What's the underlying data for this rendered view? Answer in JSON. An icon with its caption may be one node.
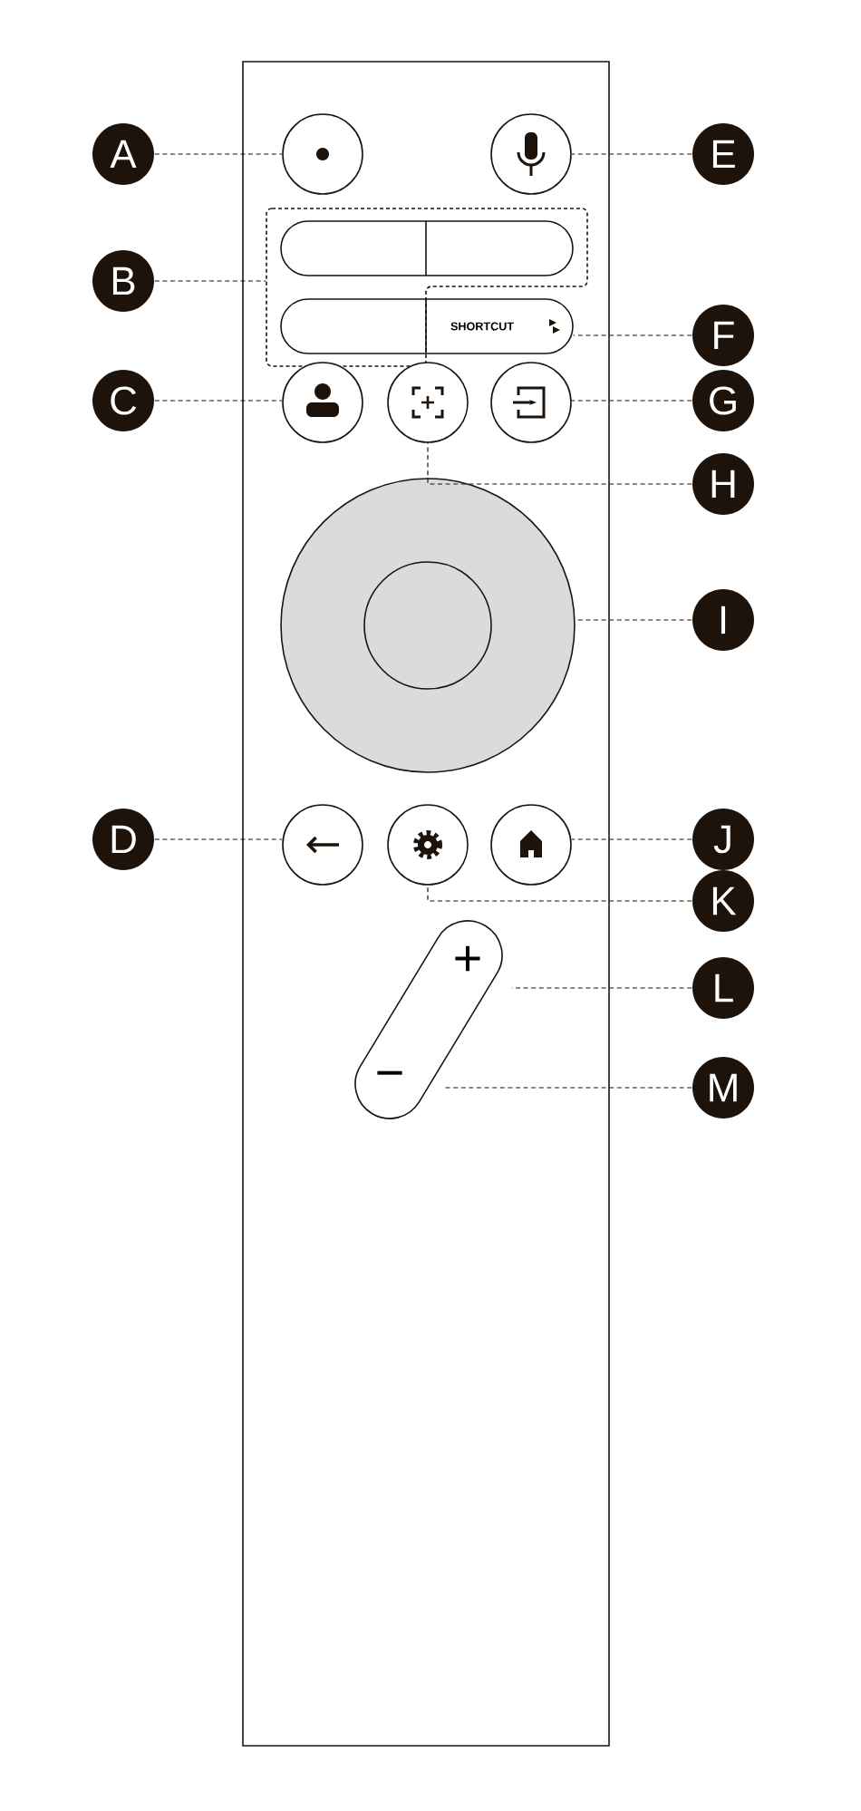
{
  "diagram": {
    "nodes": [
      {
        "text": [
          "A"
        ]
      },
      {
        "text": [
          "B"
        ]
      },
      {
        "text": [
          "C"
        ]
      },
      {
        "text": [
          "D"
        ]
      },
      {
        "text": [
          "E"
        ]
      },
      {
        "text": [
          "F"
        ]
      },
      {
        "text": [
          "G"
        ]
      },
      {
        "text": [
          "H"
        ]
      },
      {
        "text": [
          "I"
        ]
      },
      {
        "text": [
          "J"
        ]
      },
      {
        "text": [
          "K"
        ]
      },
      {
        "text": [
          "L"
        ]
      },
      {
        "text": [
          "M"
        ]
      },
      {
        "text": [],
        "shape": "circle"
      },
      {
        "text": [],
        "shape": "box"
      },
      {
        "text": [],
        "shape": "circle"
      },
      {
        "text": [],
        "shape": "circle"
      },
      {
        "text": [],
        "shape": "circle"
      },
      {
        "text": [
          "SHORTCUT"
        ]
      },
      {
        "text": [],
        "shape": "circle"
      },
      {
        "text": [],
        "shape": "circle"
      },
      {
        "text": [],
        "shape": "circle"
      },
      {
        "text": [],
        "shape": "circle"
      },
      {
        "text": [],
        "shape": "circle"
      },
      {
        "text": [],
        "shape": "bar"
      },
      {
        "text": [
          "+"
        ],
        "in": 24
      },
      {
        "text": [
          "−"
        ],
        "in": 24
      }
    ],
    "edges": [
      {
        "from": 0,
        "to": 13,
        "arrow": "none",
        "style": "dashed"
      },
      {
        "from": 1,
        "to": 14,
        "arrow": "none",
        "style": "dashed"
      },
      {
        "from": 2,
        "to": 15,
        "arrow": "none",
        "style": "dashed"
      },
      {
        "from": 3,
        "to": 16,
        "arrow": "none",
        "style": "dashed"
      },
      {
        "from": 4,
        "to": 17,
        "arrow": "none",
        "style": "dashed"
      },
      {
        "from": 5,
        "to": 18,
        "arrow": "none",
        "style": "dashed"
      },
      {
        "from": 6,
        "to": 19,
        "arrow": "none",
        "style": "dashed"
      },
      {
        "from": 7,
        "to": 20,
        "arrow": "none",
        "style": "dashed"
      },
      {
        "from": 8,
        "to": 21,
        "arrow": "none",
        "style": "dashed"
      },
      {
        "from": 9,
        "to": 22,
        "arrow": "none",
        "style": "dashed"
      },
      {
        "from": 10,
        "to": 23,
        "arrow": "none",
        "style": "dashed"
      },
      {
        "from": 11,
        "to": 25,
        "arrow": "none",
        "style": "dashed"
      },
      {
        "from": 12,
        "to": 26,
        "arrow": "none",
        "style": "dashed"
      }
    ]
  }
}
